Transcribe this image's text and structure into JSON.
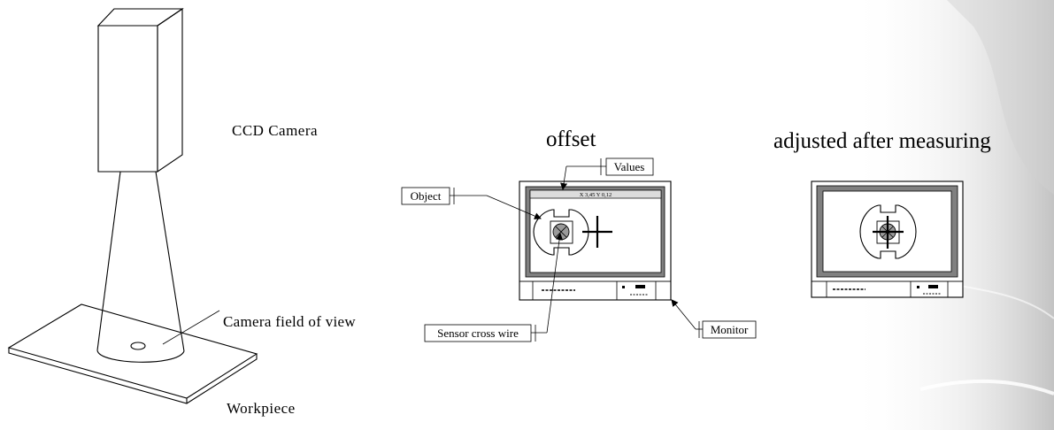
{
  "labels": {
    "camera": "CCD Camera",
    "field_of_view": "Camera field of view",
    "workpiece": "Workpiece",
    "offset_title": "offset",
    "adjusted_title": "adjusted after measuring",
    "values": "Values",
    "object": "Object",
    "sensor_cross_wire": "Sensor cross wire",
    "monitor": "Monitor",
    "screen_readout": "X 3,45  Y 0,12"
  },
  "colors": {
    "background": "#ffffff",
    "line": "#000000",
    "bezel": "#808080"
  }
}
